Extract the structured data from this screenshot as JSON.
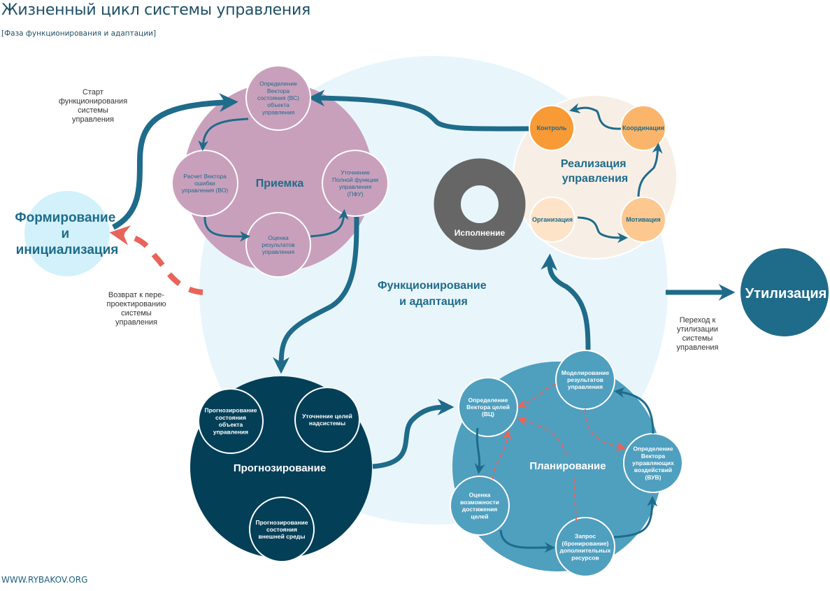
{
  "header": {
    "title": "Жизненный цикл системы управления",
    "subtitle": "[Фаза функционирования и адаптации]"
  },
  "footer": {
    "site": "WWW.RYBAKOV.ORG"
  },
  "colors": {
    "primary": "#1f6b8a",
    "feedback_red": "#e8645a",
    "priemka": "#c9a0bc",
    "forecast": "#043f58",
    "planning": "#4f9fbf",
    "realization_bg": "#f7efe6",
    "execution": "#666666",
    "background_phase": "#e8f6fc",
    "formation": "#d2f1fb",
    "utilization": "#1f6b8a"
  },
  "phases": {
    "formation": {
      "label": [
        "Формирование",
        "и",
        "инициализация"
      ]
    },
    "operation": {
      "label": [
        "Функционирование",
        "и адаптация"
      ]
    },
    "utilization": {
      "label": "Утилизация"
    },
    "execution": {
      "label": "Исполнение"
    }
  },
  "notes": {
    "start": [
      "Старт",
      "функционирования",
      "системы",
      "управления"
    ],
    "return": [
      "Возврат к пере-",
      "проектированию",
      "системы",
      "управления"
    ],
    "transition": [
      "Переход к",
      "утилизации",
      "системы",
      "управления"
    ]
  },
  "priemka": {
    "label": "Приемка",
    "nodes": [
      {
        "id": "vs",
        "lines": [
          "Определение",
          "Вектора",
          "состояния (ВС)",
          "объекта",
          "управления"
        ]
      },
      {
        "id": "vo",
        "lines": [
          "Расчет Вектора",
          "ошибки",
          "управления (ВО)"
        ]
      },
      {
        "id": "pfu",
        "lines": [
          "Уточнение",
          "Полной функции",
          "управления",
          "(ПФУ)"
        ]
      },
      {
        "id": "ocenka",
        "lines": [
          "Оценка",
          "результатов",
          "управления"
        ]
      }
    ]
  },
  "realization": {
    "label": [
      "Реализация",
      "управления"
    ],
    "nodes": [
      {
        "id": "control",
        "label": "Контроль"
      },
      {
        "id": "coord",
        "label": "Координация"
      },
      {
        "id": "org",
        "label": "Организация"
      },
      {
        "id": "motiv",
        "label": "Мотивация"
      }
    ]
  },
  "forecast": {
    "label": "Прогнозирование",
    "nodes": [
      {
        "id": "obj",
        "lines": [
          "Прогнозирование",
          "состояния",
          "объекта",
          "управления"
        ]
      },
      {
        "id": "goals",
        "lines": [
          "Уточнение целей",
          "надсистемы"
        ]
      },
      {
        "id": "env",
        "lines": [
          "Прогнозирование",
          "состояния",
          "внешней среды"
        ]
      }
    ]
  },
  "planning": {
    "label": "Планирование",
    "nodes": [
      {
        "id": "vc",
        "lines": [
          "Определение",
          "Вектора целей",
          "(ВЦ)"
        ]
      },
      {
        "id": "model",
        "lines": [
          "Моделирование",
          "результатов",
          "управления"
        ]
      },
      {
        "id": "vuv",
        "lines": [
          "Определение",
          "Вектора",
          "управляющих",
          "воздействий",
          "(ВУВ)"
        ]
      },
      {
        "id": "feas",
        "lines": [
          "Оценка",
          "возможности",
          "достижения",
          "целей"
        ]
      },
      {
        "id": "req",
        "lines": [
          "Запрос",
          "(бронирование)",
          "дополнительных",
          "ресурсов"
        ]
      }
    ]
  }
}
